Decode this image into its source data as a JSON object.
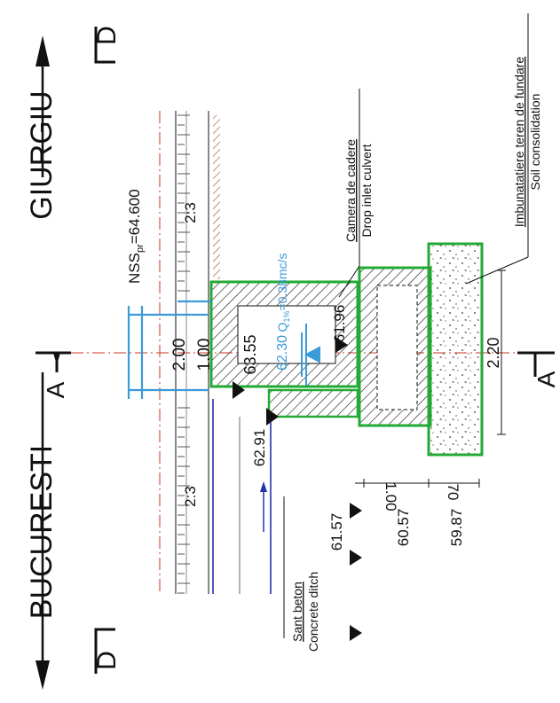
{
  "directions": {
    "left": "BUCURESTI",
    "right": "GIURGIU"
  },
  "section_marks": {
    "d": "D",
    "a": "A"
  },
  "nss": {
    "prefix": "NSS",
    "subscript": "pr",
    "value": "=64.600"
  },
  "slope_left": "2:3",
  "slope_right": "2:3",
  "dims": {
    "d200": "2.00",
    "d100": "1.00",
    "d220": "2.20",
    "d100b": "1.00",
    "d70": "70"
  },
  "levels": {
    "l6355": "63.55",
    "l6230": "62.30",
    "l6196": "61.96",
    "l6291": "62.91",
    "l6157": "61.57",
    "l6057": "60.57",
    "l5987": "59.87"
  },
  "flow": "Q",
  "flow_sub": "1%",
  "flow_value": "=0.38mc/s",
  "labels": {
    "camera_ro": "Camera de cadere",
    "camera_en": "Drop inlet culvert",
    "imbunatatire_ro": "Imbunatatiere teren de fundare",
    "imbunatatire_en": "Soil consolidation",
    "sant_ro": "Sant beton",
    "sant_en": "Concrete ditch"
  },
  "colors": {
    "structure": "#22aa33",
    "water": "#3a9bd8",
    "ditch": "#2233aa",
    "axis": "#cc3322",
    "ink": "#111111"
  }
}
